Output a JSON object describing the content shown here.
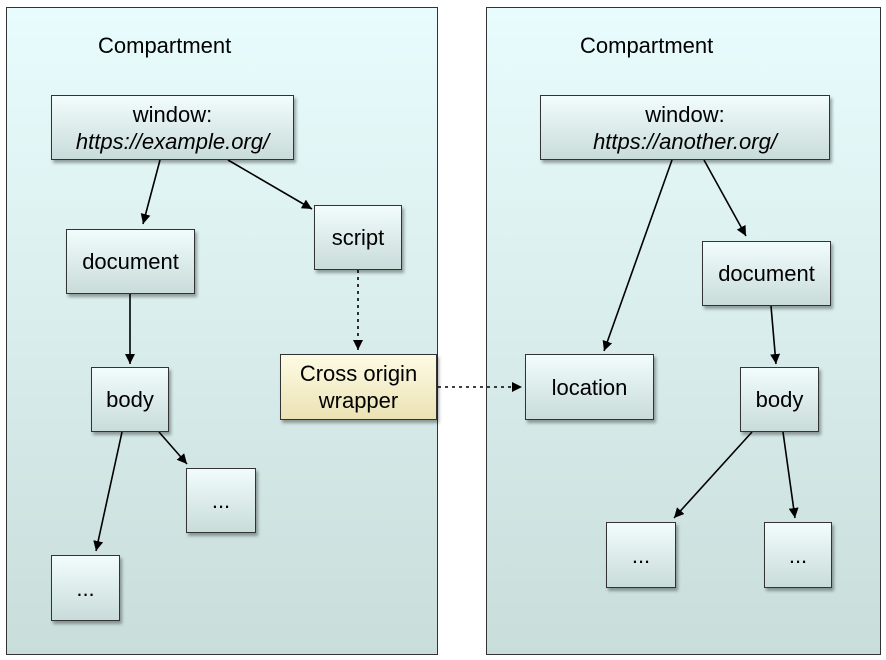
{
  "left": {
    "title": "Compartment",
    "window_label": "window:",
    "window_url": "https://example.org/",
    "document": "document",
    "script": "script",
    "body": "body",
    "child_a": "...",
    "child_b": "..."
  },
  "wrapper": {
    "line1": "Cross origin",
    "line2": "wrapper"
  },
  "right": {
    "title": "Compartment",
    "window_label": "window:",
    "window_url": "https://another.org/",
    "document": "document",
    "location": "location",
    "body": "body",
    "child_a": "...",
    "child_b": "..."
  }
}
